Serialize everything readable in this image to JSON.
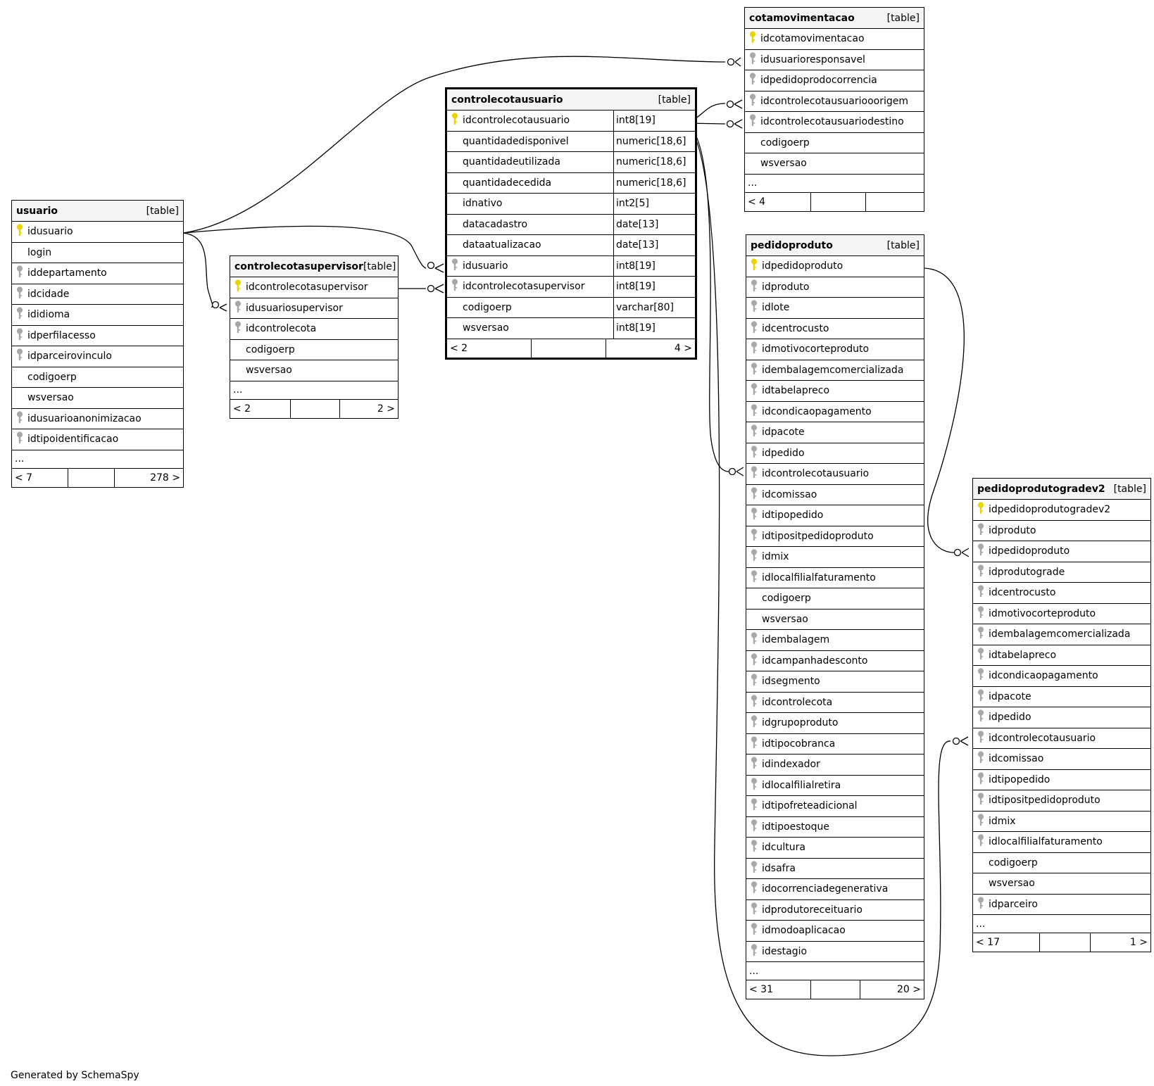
{
  "caption": "Generated by SchemaSpy",
  "colors": {
    "primary_key": "#e8d400",
    "foreign_key": "#a8a8a8",
    "header_bg": "#f4f4f4"
  },
  "tables": [
    {
      "id": "cotamovimentacao",
      "name": "cotamovimentacao",
      "type_label": "[table]",
      "focus": false,
      "columns": [
        {
          "name": "idcotamovimentacao",
          "key": "pk"
        },
        {
          "name": "idusuarioresponsavel",
          "key": "fk"
        },
        {
          "name": "idpedidoprodocorrencia",
          "key": "fk"
        },
        {
          "name": "idcontrolecotausuariooorigem",
          "key": "fk"
        },
        {
          "name": "idcontrolecotausuariodestino",
          "key": "fk"
        },
        {
          "name": "codigoerp",
          "key": ""
        },
        {
          "name": "wsversao",
          "key": ""
        }
      ],
      "ellipsis": "...",
      "footer": {
        "left": "< 4",
        "right": ""
      }
    },
    {
      "id": "controlecotausuario",
      "name": "controlecotausuario",
      "type_label": "[table]",
      "focus": true,
      "columns": [
        {
          "name": "idcontrolecotausuario",
          "key": "pk",
          "type": "int8[19]"
        },
        {
          "name": "quantidadedisponivel",
          "key": "",
          "type": "numeric[18,6]"
        },
        {
          "name": "quantidadeutilizada",
          "key": "",
          "type": "numeric[18,6]"
        },
        {
          "name": "quantidadecedida",
          "key": "",
          "type": "numeric[18,6]"
        },
        {
          "name": "idnativo",
          "key": "",
          "type": "int2[5]"
        },
        {
          "name": "datacadastro",
          "key": "",
          "type": "date[13]"
        },
        {
          "name": "dataatualizacao",
          "key": "",
          "type": "date[13]"
        },
        {
          "name": "idusuario",
          "key": "fk",
          "type": "int8[19]"
        },
        {
          "name": "idcontrolecotasupervisor",
          "key": "fk",
          "type": "int8[19]"
        },
        {
          "name": "codigoerp",
          "key": "",
          "type": "varchar[80]"
        },
        {
          "name": "wsversao",
          "key": "",
          "type": "int8[19]"
        }
      ],
      "ellipsis": "",
      "footer": {
        "left": "< 2",
        "right": "4 >"
      }
    },
    {
      "id": "usuario",
      "name": "usuario",
      "type_label": "[table]",
      "focus": false,
      "columns": [
        {
          "name": "idusuario",
          "key": "pk"
        },
        {
          "name": "login",
          "key": ""
        },
        {
          "name": "iddepartamento",
          "key": "fk"
        },
        {
          "name": "idcidade",
          "key": "fk"
        },
        {
          "name": "ididioma",
          "key": "fk"
        },
        {
          "name": "idperfilacesso",
          "key": "fk"
        },
        {
          "name": "idparceirovinculo",
          "key": "fk"
        },
        {
          "name": "codigoerp",
          "key": ""
        },
        {
          "name": "wsversao",
          "key": ""
        },
        {
          "name": "idusuarioanonimizacao",
          "key": "fk"
        },
        {
          "name": "idtipoidentificacao",
          "key": "fk"
        }
      ],
      "ellipsis": "...",
      "footer": {
        "left": "< 7",
        "right": "278 >"
      }
    },
    {
      "id": "controlecotasupervisor",
      "name": "controlecotasupervisor",
      "type_label": "[table]",
      "focus": false,
      "columns": [
        {
          "name": "idcontrolecotasupervisor",
          "key": "pk"
        },
        {
          "name": "idusuariosupervisor",
          "key": "fk"
        },
        {
          "name": "idcontrolecota",
          "key": "fk"
        },
        {
          "name": "codigoerp",
          "key": ""
        },
        {
          "name": "wsversao",
          "key": ""
        }
      ],
      "ellipsis": "...",
      "footer": {
        "left": "< 2",
        "right": "2 >"
      }
    },
    {
      "id": "pedidoproduto",
      "name": "pedidoproduto",
      "type_label": "[table]",
      "focus": false,
      "columns": [
        {
          "name": "idpedidoproduto",
          "key": "pk"
        },
        {
          "name": "idproduto",
          "key": "fk"
        },
        {
          "name": "idlote",
          "key": "fk"
        },
        {
          "name": "idcentrocusto",
          "key": "fk"
        },
        {
          "name": "idmotivocorteproduto",
          "key": "fk"
        },
        {
          "name": "idembalagemcomercializada",
          "key": "fk"
        },
        {
          "name": "idtabelapreco",
          "key": "fk"
        },
        {
          "name": "idcondicaopagamento",
          "key": "fk"
        },
        {
          "name": "idpacote",
          "key": "fk"
        },
        {
          "name": "idpedido",
          "key": "fk"
        },
        {
          "name": "idcontrolecotausuario",
          "key": "fk"
        },
        {
          "name": "idcomissao",
          "key": "fk"
        },
        {
          "name": "idtipopedido",
          "key": "fk"
        },
        {
          "name": "idtipositpedidoproduto",
          "key": "fk"
        },
        {
          "name": "idmix",
          "key": "fk"
        },
        {
          "name": "idlocalfilialfaturamento",
          "key": "fk"
        },
        {
          "name": "codigoerp",
          "key": ""
        },
        {
          "name": "wsversao",
          "key": ""
        },
        {
          "name": "idembalagem",
          "key": "fk"
        },
        {
          "name": "idcampanhadesconto",
          "key": "fk"
        },
        {
          "name": "idsegmento",
          "key": "fk"
        },
        {
          "name": "idcontrolecota",
          "key": "fk"
        },
        {
          "name": "idgrupoproduto",
          "key": "fk"
        },
        {
          "name": "idtipocobranca",
          "key": "fk"
        },
        {
          "name": "idindexador",
          "key": "fk"
        },
        {
          "name": "idlocalfilialretira",
          "key": "fk"
        },
        {
          "name": "idtipofreteadicional",
          "key": "fk"
        },
        {
          "name": "idtipoestoque",
          "key": "fk"
        },
        {
          "name": "idcultura",
          "key": "fk"
        },
        {
          "name": "idsafra",
          "key": "fk"
        },
        {
          "name": "idocorrenciadegenerativa",
          "key": "fk"
        },
        {
          "name": "idprodutoreceituario",
          "key": "fk"
        },
        {
          "name": "idmodoaplicacao",
          "key": "fk"
        },
        {
          "name": "idestagio",
          "key": "fk"
        }
      ],
      "ellipsis": "...",
      "footer": {
        "left": "< 31",
        "right": "20 >"
      }
    },
    {
      "id": "pedidoprodutogradev2",
      "name": "pedidoprodutogradev2",
      "type_label": "[table]",
      "focus": false,
      "columns": [
        {
          "name": "idpedidoprodutogradev2",
          "key": "pk"
        },
        {
          "name": "idproduto",
          "key": "fk"
        },
        {
          "name": "idpedidoproduto",
          "key": "fk"
        },
        {
          "name": "idprodutograde",
          "key": "fk"
        },
        {
          "name": "idcentrocusto",
          "key": "fk"
        },
        {
          "name": "idmotivocorteproduto",
          "key": "fk"
        },
        {
          "name": "idembalagemcomercializada",
          "key": "fk"
        },
        {
          "name": "idtabelapreco",
          "key": "fk"
        },
        {
          "name": "idcondicaopagamento",
          "key": "fk"
        },
        {
          "name": "idpacote",
          "key": "fk"
        },
        {
          "name": "idpedido",
          "key": "fk"
        },
        {
          "name": "idcontrolecotausuario",
          "key": "fk"
        },
        {
          "name": "idcomissao",
          "key": "fk"
        },
        {
          "name": "idtipopedido",
          "key": "fk"
        },
        {
          "name": "idtipositpedidoproduto",
          "key": "fk"
        },
        {
          "name": "idmix",
          "key": "fk"
        },
        {
          "name": "idlocalfilialfaturamento",
          "key": "fk"
        },
        {
          "name": "codigoerp",
          "key": ""
        },
        {
          "name": "wsversao",
          "key": ""
        },
        {
          "name": "idparceiro",
          "key": "fk"
        }
      ],
      "ellipsis": "...",
      "footer": {
        "left": "< 17",
        "right": "1 >"
      }
    }
  ]
}
